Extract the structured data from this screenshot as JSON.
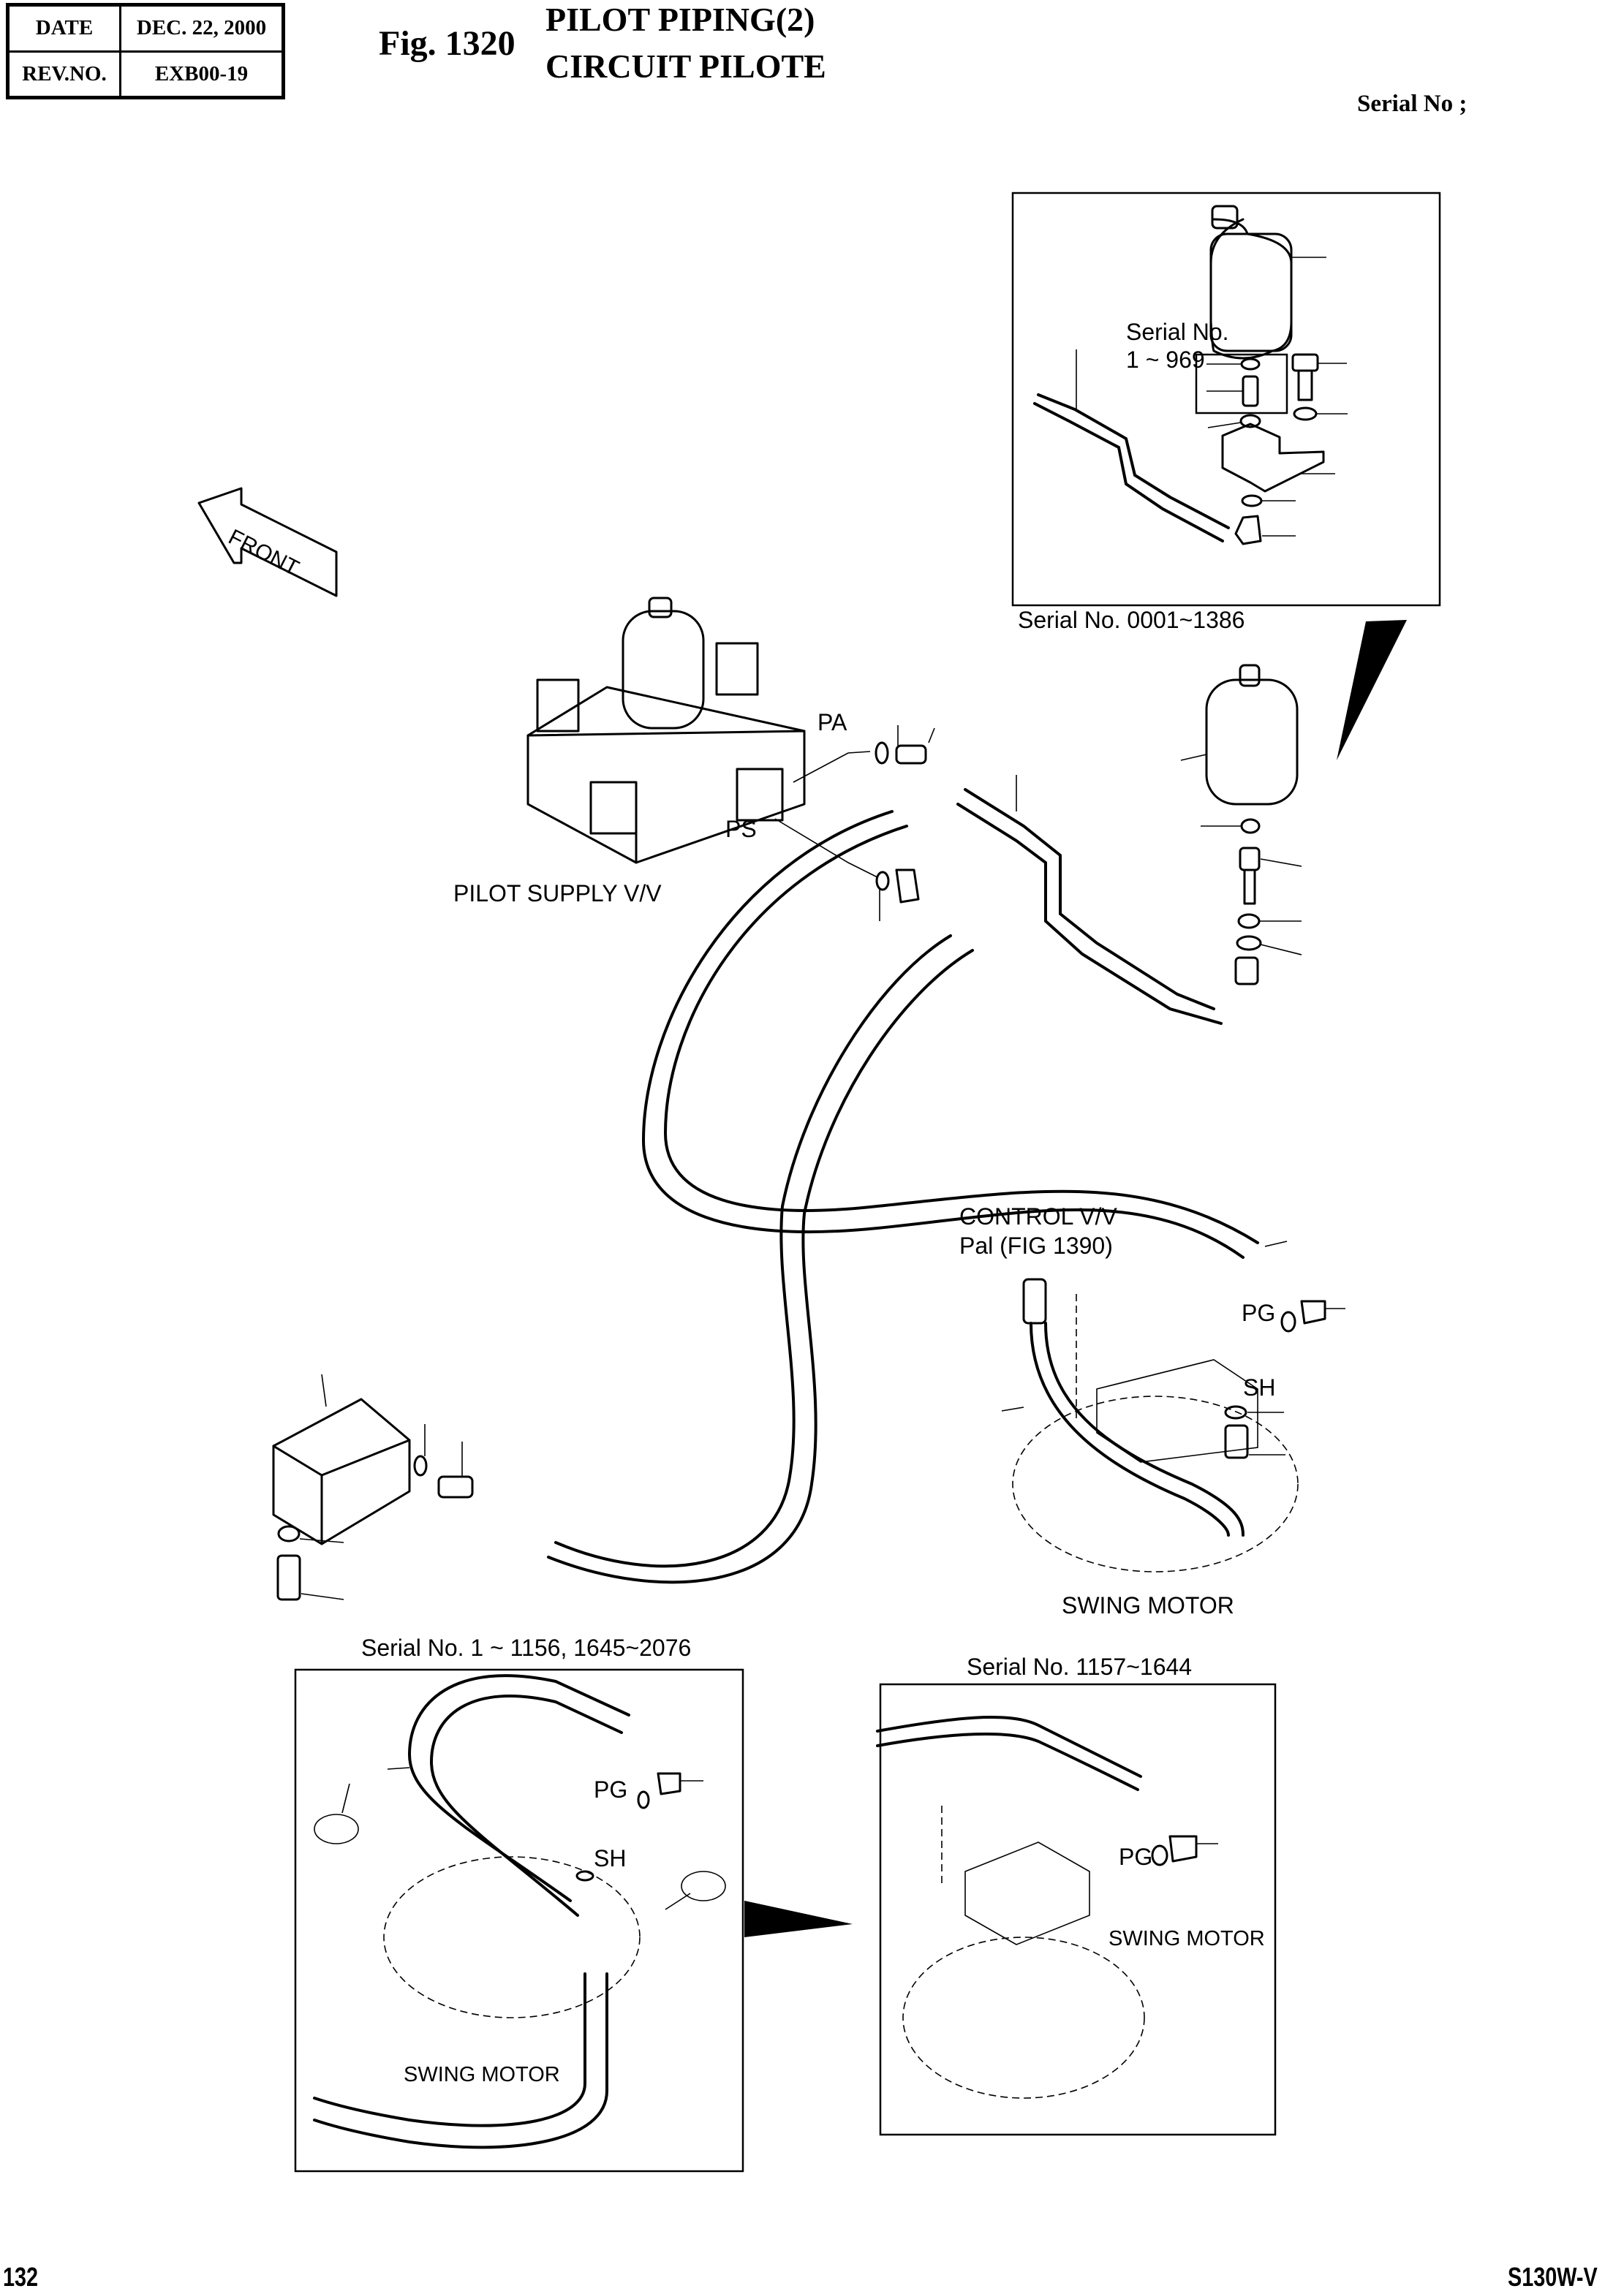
{
  "header": {
    "table": [
      {
        "key": "DATE",
        "value": "DEC. 22, 2000"
      },
      {
        "key": "REV.NO.",
        "value": "EXB00-19"
      }
    ],
    "figure": "Fig. 1320",
    "title_en": "PILOT PIPING(2)",
    "title_fr": "CIRCUIT PILOTE",
    "serial_label": "Serial No ;"
  },
  "diagram": {
    "front_arrow": "FRONT",
    "inset_top": {
      "serial_range": "Serial No.\n1 ~ 969",
      "serial_line1": "Serial No.",
      "serial_line2": "1 ~ 969",
      "caption": "Serial No. 0001~1386"
    },
    "ports": {
      "pa": "PA",
      "ps": "PS",
      "pg": "PG",
      "sh": "SH"
    },
    "pilot_supply_valve": "PILOT SUPPLY V/V",
    "control_valve_line1": "CONTROL V/V",
    "control_valve_line2": "Pal (FIG 1390)",
    "swing_motor": "SWING MOTOR",
    "inset_bottom_left": {
      "caption": "Serial No. 1 ~ 1156, 1645~2076",
      "pg": "PG",
      "sh": "SH",
      "swing_motor": "SWING MOTOR"
    },
    "inset_bottom_right": {
      "caption": "Serial No. 1157~1644",
      "pg": "PG",
      "swing_motor": "SWING MOTOR"
    }
  },
  "footer": {
    "page_number": "132",
    "model": "S130W-V"
  }
}
